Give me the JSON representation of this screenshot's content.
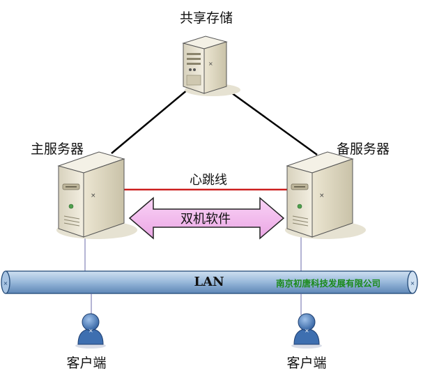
{
  "nodes": {
    "shared_storage": {
      "label": "共享存储"
    },
    "primary_server": {
      "label": "主服务器"
    },
    "backup_server": {
      "label": "备服务器"
    },
    "client_left": {
      "label": "客户端"
    },
    "client_right": {
      "label": "客户端"
    }
  },
  "links": {
    "heartbeat": {
      "label": "心跳线",
      "color": "#cc1f1f"
    },
    "failover_software": {
      "label": "双机软件",
      "color": "#f2b8ee"
    }
  },
  "network": {
    "label": "LAN",
    "company": "南京初唐科技发展有限公司",
    "company_color": "#1a8a1a"
  },
  "colors": {
    "server_body": "#e8e2cf",
    "lan_pipe": "#8fb1d6",
    "client_figure": "#3e6fb0"
  }
}
